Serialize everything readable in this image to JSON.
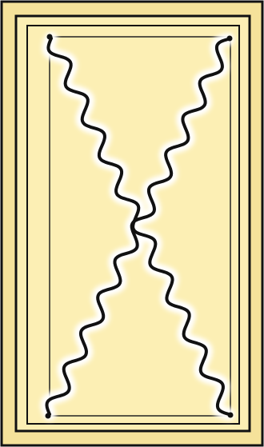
{
  "colors": {
    "background": "#FCEFB4",
    "frame_fill": "#F5E29A",
    "ink": "#111111",
    "glow": "#FFFFFF"
  },
  "diagram": {
    "kind": "wavy-hourglass-crossing",
    "frame": "double-border",
    "inner_rectangle": true,
    "wavy_lines": 2,
    "corner_dots": 4
  }
}
